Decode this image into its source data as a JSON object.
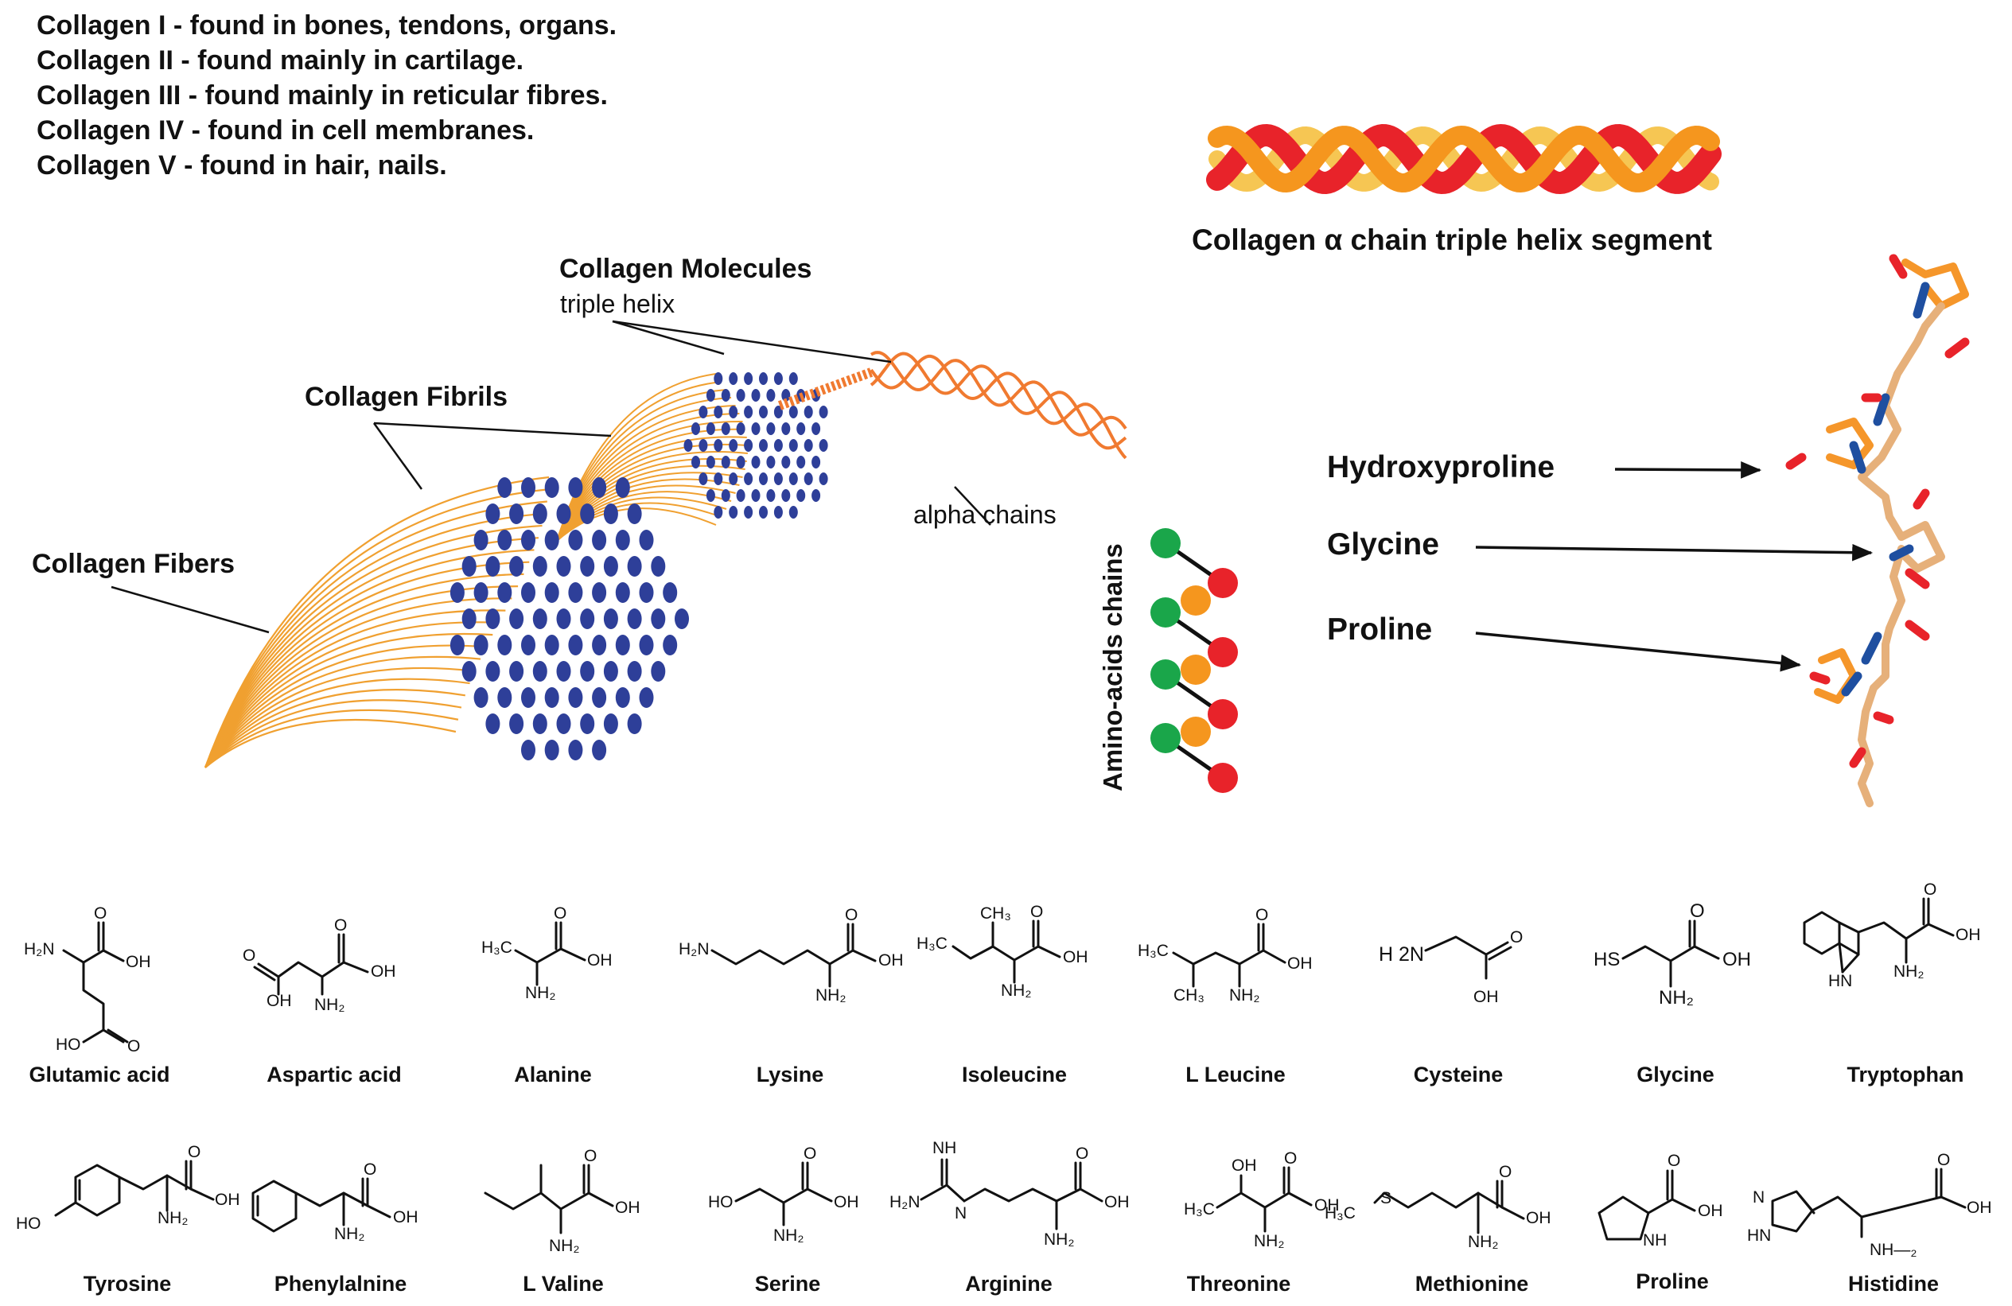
{
  "collagen_types": [
    "Collagen I - found in bones, tendons, organs.",
    "Collagen II - found mainly in cartilage.",
    "Collagen III - found mainly in reticular fibres.",
    "Collagen IV - found in cell membranes.",
    "Collagen V - found in hair, nails."
  ],
  "helix_caption": "Collagen α chain triple helix segment",
  "hierarchy": {
    "molecules_title": "Collagen Molecules",
    "molecules_sub": "triple helix",
    "fibrils": "Collagen Fibrils",
    "fibers": "Collagen Fibers",
    "alpha_chains": "alpha chains",
    "amino_chains": "Amino-acids chains"
  },
  "residues": {
    "hydroxyproline": "Hydroxyproline",
    "glycine": "Glycine",
    "proline": "Proline"
  },
  "amino_acids_row1": [
    "Glutamic acid",
    "Aspartic acid",
    "Alanine",
    "Lysine",
    "Isoleucine",
    "L Leucine",
    "Cysteine",
    "Glycine",
    "Tryptophan"
  ],
  "amino_acids_row2": [
    "Tyrosine",
    "Phenylalnine",
    "L Valine",
    "Serine",
    "Arginine",
    "Threonine",
    "Methionine",
    "Proline",
    "Histidine"
  ],
  "chem_labels": {
    "h2n": "H₂N",
    "oh": "OH",
    "o": "O",
    "ho": "HO",
    "nh2": "NH₂",
    "h3c": "H₃C",
    "ch3": "CH₃",
    "hs": "HS",
    "hn": "HN",
    "nh": "NH",
    "s": "S",
    "n": "N",
    "nh_bond": "NH—₂",
    "ch3_top": "CH₃",
    "h2n_sp": "H 2N"
  },
  "colors": {
    "blue_dot": "#2e3f99",
    "fiber": "#f0a030",
    "alpha": "#f07a30",
    "green": "#1aa64a",
    "orange": "#f5961e",
    "red": "#e8232a",
    "stick_orange": "#f5962a",
    "stick_tan": "#e6b07a",
    "stick_blue": "#1f4fa0",
    "stick_red": "#e8232a"
  }
}
